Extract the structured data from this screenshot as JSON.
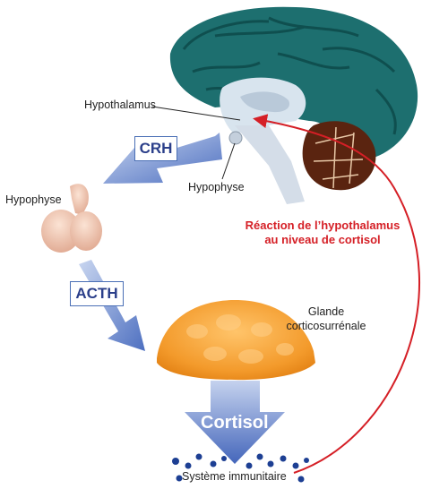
{
  "labels": {
    "hypothalamus": "Hypothalamus",
    "hypophyse_brain": "Hypophyse",
    "hypophyse_gland": "Hypophyse",
    "crh": "CRH",
    "acth": "ACTH",
    "glande": "Glande corticosurrénale",
    "cortisol": "Cortisol",
    "systeme": "Système immunitaire",
    "reaction_line1": "Réaction de l’hypothalamus",
    "reaction_line2": "au niveau de cortisol"
  },
  "colors": {
    "brain_cortex": "#1d6f6f",
    "brain_inner": "#d8e4ee",
    "cerebellum": "#5a2410",
    "gland_orange": "#f39a2b",
    "arrow_blue": "#5b7fc9",
    "feedback_red": "#d51f26",
    "immune_dots": "#1d3f93"
  }
}
